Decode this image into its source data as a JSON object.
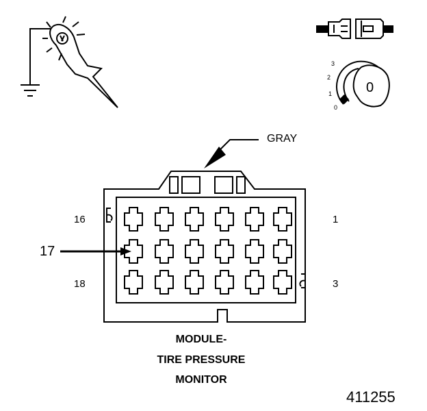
{
  "connector": {
    "color_label": "GRAY",
    "pin_labels": {
      "p16": "16",
      "p1": "1",
      "p17": "17",
      "p18": "18",
      "p3": "3"
    }
  },
  "title": {
    "line1": "MODULE-",
    "line2": "TIRE PRESSURE",
    "line3": "MONITOR"
  },
  "figure_number": "411255",
  "ignition": {
    "positions": [
      "3",
      "2",
      "1",
      "0"
    ],
    "key_label": "0"
  },
  "icons": [
    "test-light-probe-icon",
    "ground-symbol-icon",
    "disconnected-connector-icon",
    "ignition-switch-icon"
  ],
  "colors": {
    "line": "#000000",
    "background": "#ffffff"
  }
}
